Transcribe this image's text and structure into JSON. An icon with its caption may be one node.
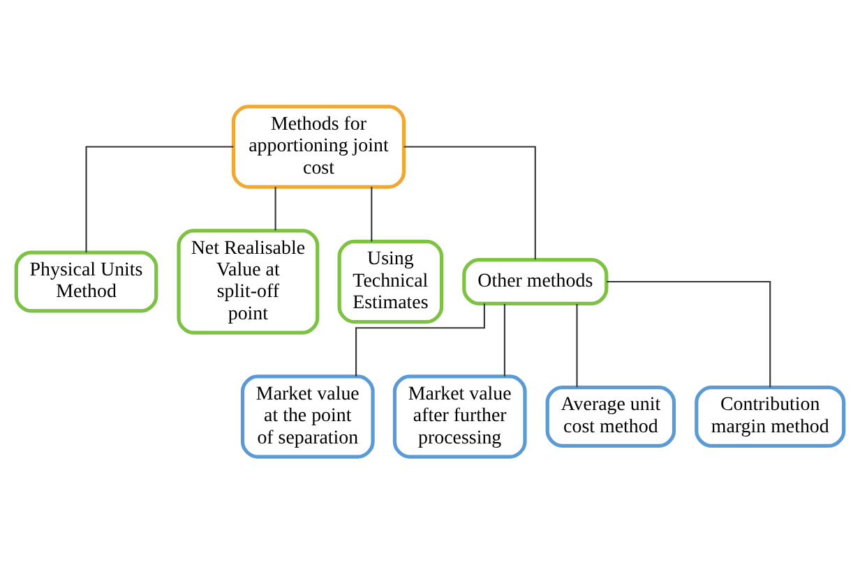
{
  "diagram": {
    "nodes": [
      {
        "text": [
          "Methods for apportioning joint cost"
        ]
      },
      {
        "text": [
          "Physical Units Method"
        ]
      },
      {
        "text": [
          "Net Realisable Value at split-off point"
        ]
      },
      {
        "text": [
          "Using Technical Estimates"
        ]
      },
      {
        "text": [
          "Other methods"
        ]
      },
      {
        "text": [
          "Market value at the point of separation"
        ]
      },
      {
        "text": [
          "Market value after further processing"
        ]
      },
      {
        "text": [
          "Average unit cost method"
        ]
      },
      {
        "text": [
          "Contribution margin method"
        ]
      }
    ],
    "edges": [
      {
        "from": 0,
        "to": 1,
        "arrow": "none"
      },
      {
        "from": 0,
        "to": 2,
        "arrow": "none"
      },
      {
        "from": 0,
        "to": 3,
        "arrow": "none"
      },
      {
        "from": 0,
        "to": 4,
        "arrow": "none"
      },
      {
        "from": 4,
        "to": 5,
        "arrow": "none"
      },
      {
        "from": 4,
        "to": 6,
        "arrow": "none"
      },
      {
        "from": 4,
        "to": 7,
        "arrow": "none"
      },
      {
        "from": 4,
        "to": 8,
        "arrow": "none"
      }
    ]
  }
}
